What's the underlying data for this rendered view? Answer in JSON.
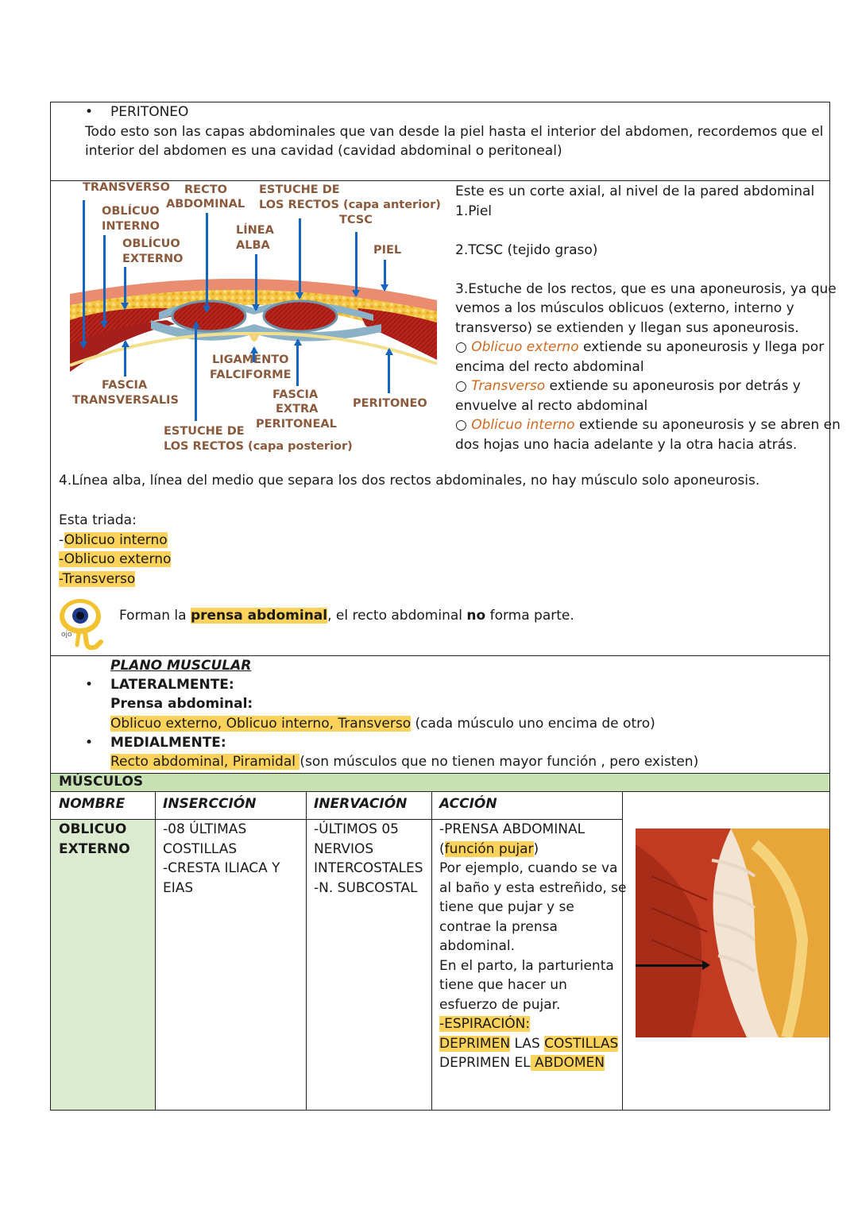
{
  "intro": {
    "bullet_title": "PERITONEO",
    "line1": "Todo esto son las capas abdominales que van desde la piel hasta el interior del abdomen, recordemos que el",
    "line2": "interior del abdomen es una cavidad (cavidad abdominal o peritoneal)"
  },
  "diagram": {
    "labels": {
      "transverso": "TRANSVERSO",
      "recto_1": "RECTO",
      "recto_2": "ABDOMINAL",
      "estuche_ant_1": "ESTUCHE DE",
      "estuche_ant_2": "LOS RECTOS (capa anterior)",
      "tcsc": "TCSC",
      "obl_int_1": "OBLÍCUO",
      "obl_int_2": "INTERNO",
      "linea_1": "LÍNEA",
      "linea_2": "ALBA",
      "obl_ext_1": "OBLÍCUO",
      "obl_ext_2": "EXTERNO",
      "piel": "PIEL",
      "ligamento_1": "LIGAMENTO",
      "ligamento_2": "FALCIFORME",
      "fascia_t_1": "FASCIA",
      "fascia_t_2": "TRANSVERSALIS",
      "fascia_e_1": "FASCIA",
      "fascia_e_2": "EXTRA",
      "fascia_e_3": "PERITONEAL",
      "peritoneo": "PERITONEO",
      "estuche_post_1": "ESTUCHE DE",
      "estuche_post_2": "LOS RECTOS (capa posterior)"
    }
  },
  "explain": {
    "l1": "Este es un corte axial, al nivel de la pared abdominal",
    "l2": "1.Piel",
    "l3": "2.TCSC (tejido graso)",
    "l4": "3.Estuche de los rectos, que es una aponeurosis, ya que",
    "l5": "vemos a los músculos oblicuos (externo, interno y",
    "l6": "transverso) se extienden y llegan sus aponeurosis.",
    "l7_name": "Oblicuo externo",
    "l7_rest": " extiende su aponeurosis y llega por",
    "l8": "encima del recto abdominal",
    "l9_name": "Transverso",
    "l9_rest": " extiende su aponeurosis por detrás y",
    "l10": "envuelve al recto abdominal",
    "l11_name": "Oblicuo interno",
    "l11_rest": " extiende su aponeurosis y se abren en",
    "l12": "dos hojas uno hacia adelante y la otra hacia atrás."
  },
  "linea_alba": "4.Línea alba, línea del medio que separa los dos rectos abdominales, no hay músculo solo aponeurosis.",
  "triada": {
    "title": "Esta triada:",
    "items": [
      "Oblicuo interno",
      "Oblicuo externo",
      "Transverso"
    ]
  },
  "ojo": {
    "icon_text": "ojo",
    "pre": "Forman la ",
    "highlight": "prensa abdominal",
    "mid": ", el recto abdominal ",
    "bold": "no",
    "post": " forma parte."
  },
  "plano": {
    "title": "PLANO MUSCULAR",
    "lateral": "LATERALMENTE:",
    "prensa": "Prensa abdominal:",
    "lateral_hl": "Oblicuo externo, Oblicuo interno, Transverso",
    "lateral_rest": " (cada músculo uno encima de otro)",
    "medial": "MEDIALMENTE:",
    "medial_hl": "Recto abdominal, Piramidal ",
    "medial_rest": "(son músculos que no tienen mayor función , pero existen)"
  },
  "table": {
    "section": "MÚSCULOS",
    "headers": [
      "NOMBRE",
      "INSERCCIÓN",
      "INERVACIÓN",
      "ACCIÓN"
    ],
    "name_1": "OBLICUO",
    "name_2": "EXTERNO",
    "insercion": [
      "-08 ÚLTIMAS",
      "COSTILLAS",
      "-CRESTA ILIACA Y",
      "EIAS"
    ],
    "inervacion": [
      "-ÚLTIMOS 05",
      "NERVIOS",
      "INTERCOSTALES",
      "-N. SUBCOSTAL"
    ],
    "accion": {
      "a1": "-PRENSA ABDOMINAL",
      "a2_open": "(",
      "a2_hl": "función pujar",
      "a2_close": ")",
      "a3": "Por ejemplo, cuando se va",
      "a4": "al baño y esta estreñido, se",
      "a5": "tiene que pujar y se",
      "a6": "contrae la prensa",
      "a7": "abdominal.",
      "a8": "En el parto, la parturienta",
      "a9": "tiene que hacer un",
      "a10": "esfuerzo de pujar.",
      "a11": "-ESPIRACIÓN:",
      "a12_hl1": "DEPRIMEN",
      "a12_mid": " LAS ",
      "a12_hl2": "COSTILLAS",
      "a13_pre": "DEPRIMEN EL",
      "a13_hl": " ABDOMEN"
    }
  },
  "colors": {
    "highlight": "#fcd25a",
    "accent_orange": "#d2691e",
    "section_green": "#c7e0b4",
    "label_brown": "#8b5a3c",
    "arrow_blue": "#1565c0"
  }
}
